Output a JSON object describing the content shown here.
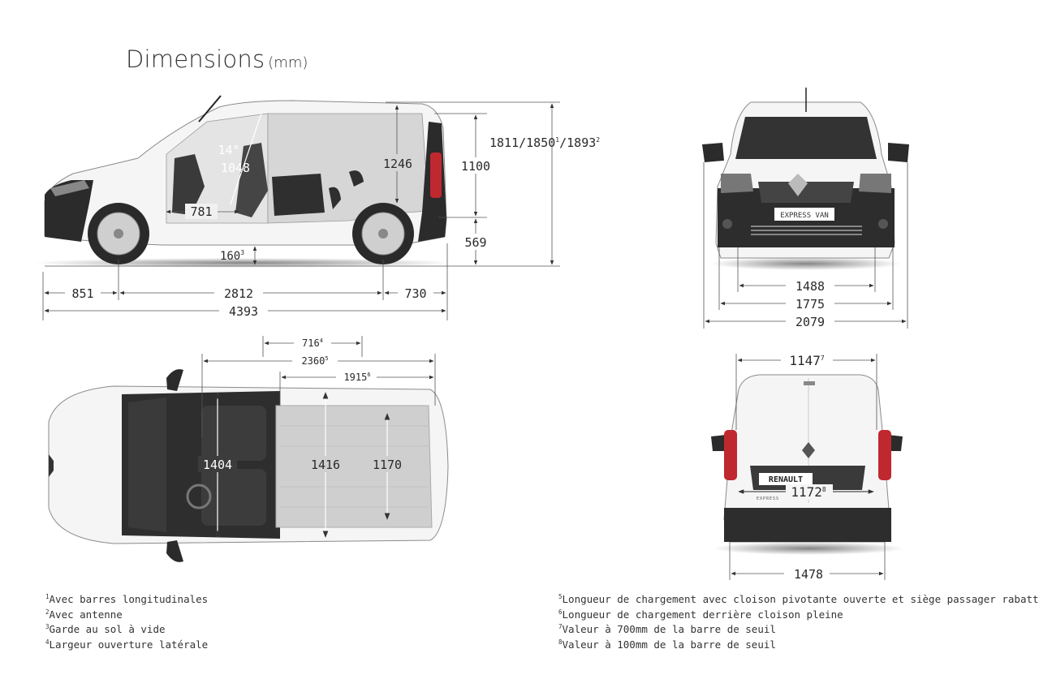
{
  "title": {
    "main": "Dimensions",
    "unit": "(mm)"
  },
  "colors": {
    "body": "#f4f4f4",
    "line": "#555555",
    "dark": "#2b2b2b",
    "cargo": "#cfcfcf",
    "text": "#2a2a2a"
  },
  "side_view": {
    "overall_height": {
      "value": "1811/1850",
      "sup1": "1",
      "mid": "/1893",
      "sup2": "2"
    },
    "cargo_height": "1100",
    "sill_height": "569",
    "door_height": "1246",
    "angle": "14°",
    "opening_width": "1048",
    "seat_dim": "781",
    "ground_clearance": {
      "value": "160",
      "sup": "3"
    },
    "front_overhang": "851",
    "wheelbase": "2812",
    "rear_overhang": "730",
    "overall_length": "4393"
  },
  "front_view": {
    "badge": "EXPRESS VAN",
    "front_track": "1488",
    "width_body": "1775",
    "width_mirrors": "2079"
  },
  "top_view": {
    "side_door_width": {
      "value": "716",
      "sup": "4"
    },
    "load_length_partition": {
      "value": "2360",
      "sup": "5"
    },
    "load_length_bulkhead": {
      "value": "1915",
      "sup": "6"
    },
    "interior_width_front": "1404",
    "interior_width_max": "1416",
    "width_between_arches": "1170"
  },
  "rear_view": {
    "opening_top": {
      "value": "1147",
      "sup": "7"
    },
    "opening_bottom": {
      "value": "1172",
      "sup": "8"
    },
    "rear_track": "1478",
    "plate_text": "RENAULT",
    "model_text": "EXPRESS"
  },
  "footnotes_left": [
    {
      "num": "1",
      "text": "Avec barres longitudinales"
    },
    {
      "num": "2",
      "text": "Avec antenne"
    },
    {
      "num": "3",
      "text": "Garde au sol à vide"
    },
    {
      "num": "4",
      "text": "Largeur ouverture latérale"
    }
  ],
  "footnotes_right": [
    {
      "num": "5",
      "text": "Longueur de chargement avec cloison pivotante ouverte et siège passager rabattu"
    },
    {
      "num": "6",
      "text": "Longueur de chargement derrière cloison pleine"
    },
    {
      "num": "7",
      "text": "Valeur à 700mm de la barre de seuil"
    },
    {
      "num": "8",
      "text": "Valeur à 100mm de la barre de seuil"
    }
  ]
}
